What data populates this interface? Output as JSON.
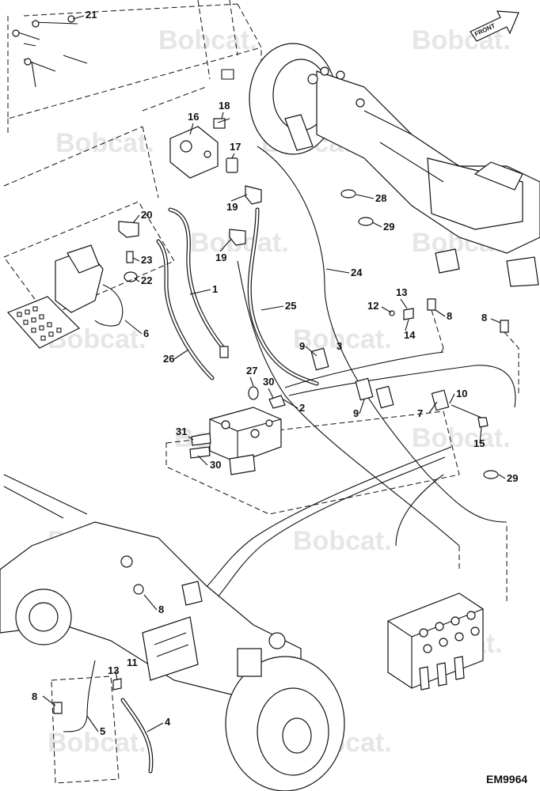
{
  "document_id": "EM9964",
  "direction_indicator": {
    "label": "FRONT"
  },
  "watermark": {
    "text": "Bobcat."
  },
  "callouts": [
    {
      "id": "c21",
      "label": "21"
    },
    {
      "id": "c16",
      "label": "16"
    },
    {
      "id": "c18",
      "label": "18"
    },
    {
      "id": "c17",
      "label": "17"
    },
    {
      "id": "c28",
      "label": "28"
    },
    {
      "id": "c29a",
      "label": "29"
    },
    {
      "id": "c19a",
      "label": "19"
    },
    {
      "id": "c20",
      "label": "20"
    },
    {
      "id": "c19b",
      "label": "19"
    },
    {
      "id": "c23",
      "label": "23"
    },
    {
      "id": "c22",
      "label": "22"
    },
    {
      "id": "c24",
      "label": "24"
    },
    {
      "id": "c1",
      "label": "1"
    },
    {
      "id": "c13a",
      "label": "13"
    },
    {
      "id": "c12",
      "label": "12"
    },
    {
      "id": "c25",
      "label": "25"
    },
    {
      "id": "c8a",
      "label": "8"
    },
    {
      "id": "c8b",
      "label": "8"
    },
    {
      "id": "c14",
      "label": "14"
    },
    {
      "id": "c6",
      "label": "6"
    },
    {
      "id": "c9a",
      "label": "9"
    },
    {
      "id": "c3",
      "label": "3"
    },
    {
      "id": "c26",
      "label": "26"
    },
    {
      "id": "c27",
      "label": "27"
    },
    {
      "id": "c30a",
      "label": "30"
    },
    {
      "id": "c10",
      "label": "10"
    },
    {
      "id": "c2",
      "label": "2"
    },
    {
      "id": "c9b",
      "label": "9"
    },
    {
      "id": "c7",
      "label": "7"
    },
    {
      "id": "c31",
      "label": "31"
    },
    {
      "id": "c15",
      "label": "15"
    },
    {
      "id": "c30b",
      "label": "30"
    },
    {
      "id": "c29b",
      "label": "29"
    },
    {
      "id": "c8c",
      "label": "8"
    },
    {
      "id": "c13b",
      "label": "13"
    },
    {
      "id": "c11",
      "label": "11"
    },
    {
      "id": "c8d",
      "label": "8"
    },
    {
      "id": "c5",
      "label": "5"
    },
    {
      "id": "c4",
      "label": "4"
    }
  ]
}
